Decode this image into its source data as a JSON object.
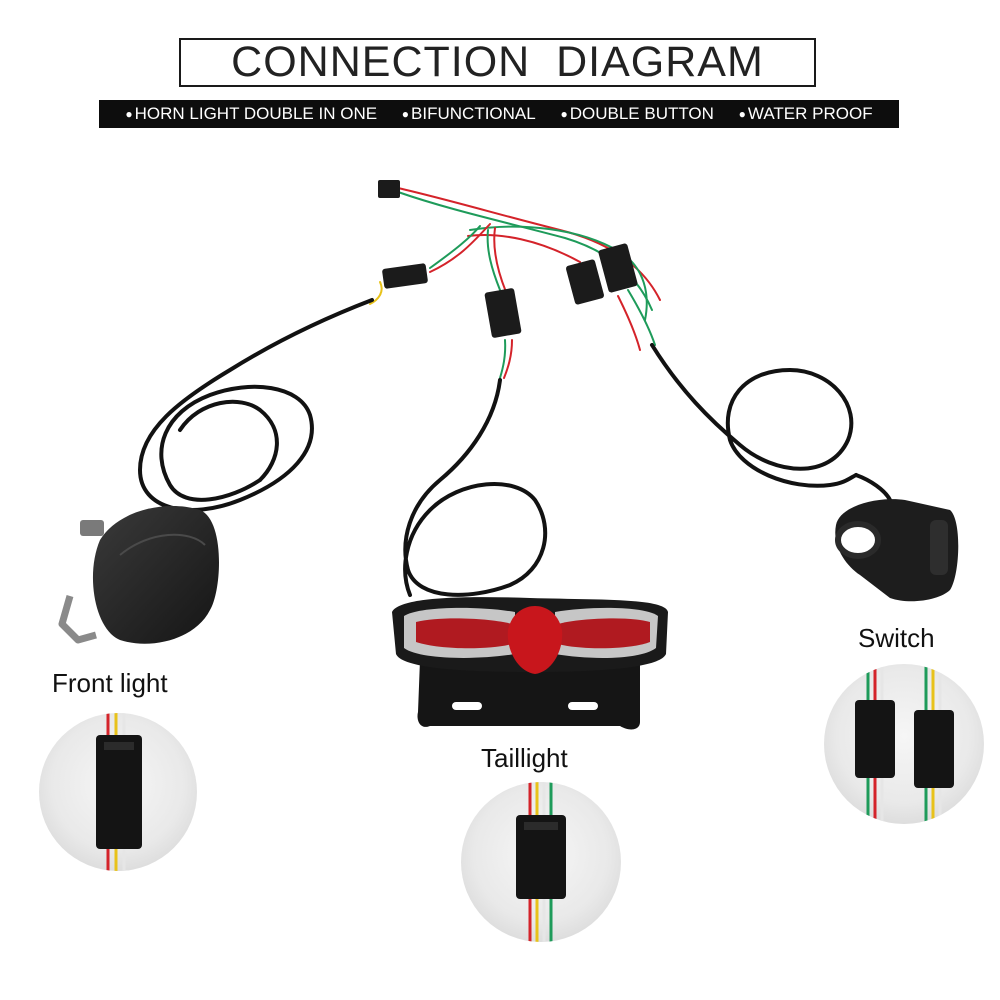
{
  "title": "CONNECTION  DIAGRAM",
  "features": [
    "HORN LIGHT DOUBLE IN ONE",
    "BIFUNCTIONAL",
    "DOUBLE BUTTON",
    "WATER PROOF"
  ],
  "labels": {
    "front_light": "Front light",
    "taillight": "Taillight",
    "switch": "Switch"
  },
  "colors": {
    "cable": "#121212",
    "wire_red": "#d4232a",
    "wire_green": "#1e9b5a",
    "wire_yellow": "#e8c21a",
    "wire_white": "#e6e6e6",
    "lens_red": "#c8161c",
    "housing": "#1b1b1b"
  }
}
